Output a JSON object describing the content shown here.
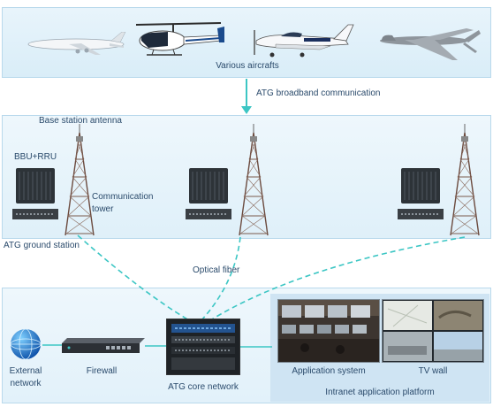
{
  "aircraft_band": {
    "label": "Various aircrafts"
  },
  "link": {
    "label": "ATG broadband communication"
  },
  "ground": {
    "antenna_label": "Base station antenna",
    "bbu_label": "BBU+RRU",
    "tower_label_line1": "Communication",
    "tower_label_line2": "tower",
    "station_label": "ATG ground station"
  },
  "fiber": {
    "label": "Optical fiber"
  },
  "core": {
    "external_line1": "External",
    "external_line2": "network",
    "firewall": "Firewall",
    "core_network": "ATG core network",
    "application_system": "Application system",
    "tv_wall": "TV wall",
    "platform": "Intranet application platform"
  },
  "colors": {
    "accent": "#3cc6c4",
    "band_border": "#b9d9ec",
    "text": "#2a4a6b"
  }
}
